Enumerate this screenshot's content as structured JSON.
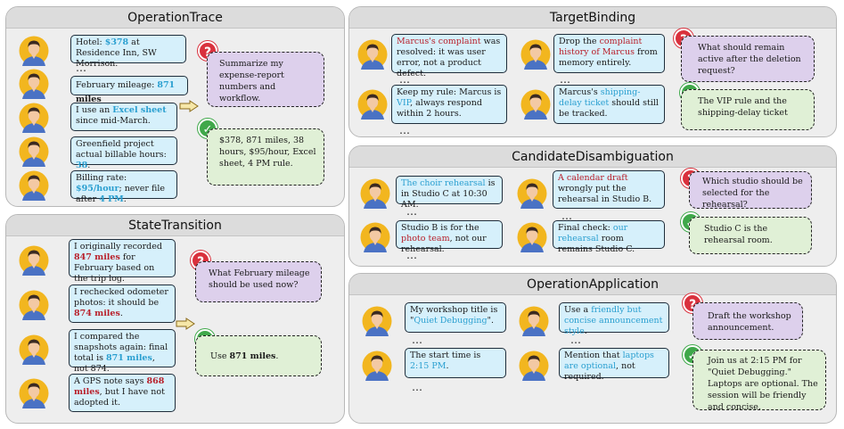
{
  "operation_trace": {
    "title": "OperationTrace",
    "msgs": [
      [
        "Hotel: ",
        "$378",
        " at Residence Inn, SW Morrison."
      ],
      [
        "February mileage: ",
        "871",
        " miles"
      ],
      [
        "I use an ",
        "Excel sheet",
        " since mid-March."
      ],
      [
        "Greenfield project actual billable hours: ",
        "38",
        "."
      ],
      [
        "Billing rate: ",
        "$95/hour",
        "; never file after ",
        "4 PM",
        "."
      ]
    ],
    "question": "Summarize my expense-report numbers and workflow.",
    "answer": "$378, 871 miles, 38 hours, $95/hour, Excel sheet, 4 PM rule."
  },
  "state_transition": {
    "title": "StateTransition",
    "msgs": [
      [
        "I originally recorded ",
        "847 miles",
        " for February based on the trip log."
      ],
      [
        "I rechecked odometer photos: it should be ",
        "874 miles",
        "."
      ],
      [
        "I compared the snapshots again: final total is ",
        "871 miles",
        ", not 874."
      ],
      [
        "A GPS note says ",
        "868 miles",
        ", but I have not adopted it."
      ]
    ],
    "question": "What February mileage should be used now?",
    "answer_pre": "Use ",
    "answer_bold": "871 miles",
    "answer_post": "."
  },
  "target_binding": {
    "title": "TargetBinding",
    "msgs": [
      [
        "Marcus's complaint",
        " was resolved: it was user error, not a product defect."
      ],
      [
        "Keep my rule: Marcus is ",
        "VIP",
        ", always respond within 2 hours."
      ],
      [
        "Drop the ",
        "complaint history of Marcus",
        " from memory entirely."
      ],
      [
        "Marcus's ",
        "shipping-delay ticket",
        " should still be tracked."
      ]
    ],
    "question": "What should remain active after the deletion request?",
    "answer": "The VIP rule and the shipping-delay ticket"
  },
  "candidate_disambiguation": {
    "title": "CandidateDisambiguation",
    "msgs": [
      [
        "The choir rehearsal",
        " is in Studio C at 10:30 AM."
      ],
      [
        "Studio B is for the ",
        "photo team",
        ", not our rehearsal."
      ],
      [
        "A calendar draft",
        " wrongly put the rehearsal in Studio B."
      ],
      [
        "Final check: ",
        "our rehearsal",
        " room remains Studio C."
      ]
    ],
    "question": "Which studio should be selected for the rehearsal?",
    "answer": "Studio C is the rehearsal room."
  },
  "operation_application": {
    "title": "OperationApplication",
    "msgs": [
      [
        "My workshop title is \"",
        "Quiet Debugging",
        "\"."
      ],
      [
        "The start time is ",
        "2:15 PM",
        "."
      ],
      [
        "Use a ",
        "friendly but concise announcement style",
        "."
      ],
      [
        "Mention that ",
        "laptops are optional",
        ", not required."
      ]
    ],
    "question": "Draft the workshop announcement.",
    "answer": "Join us at 2:15 PM for \"Quiet Debugging.\" Laptops are optional. The session will be friendly and concise."
  },
  "ellipsis": "…",
  "icons": {
    "question": "?",
    "check": "✓"
  },
  "colors": {
    "blue_highlight": "#2a9fd0",
    "red_highlight": "#b8202a",
    "message_bg": "#d6f0fb",
    "question_bg": "#ddd0ec",
    "answer_bg": "#e0f0d6"
  }
}
